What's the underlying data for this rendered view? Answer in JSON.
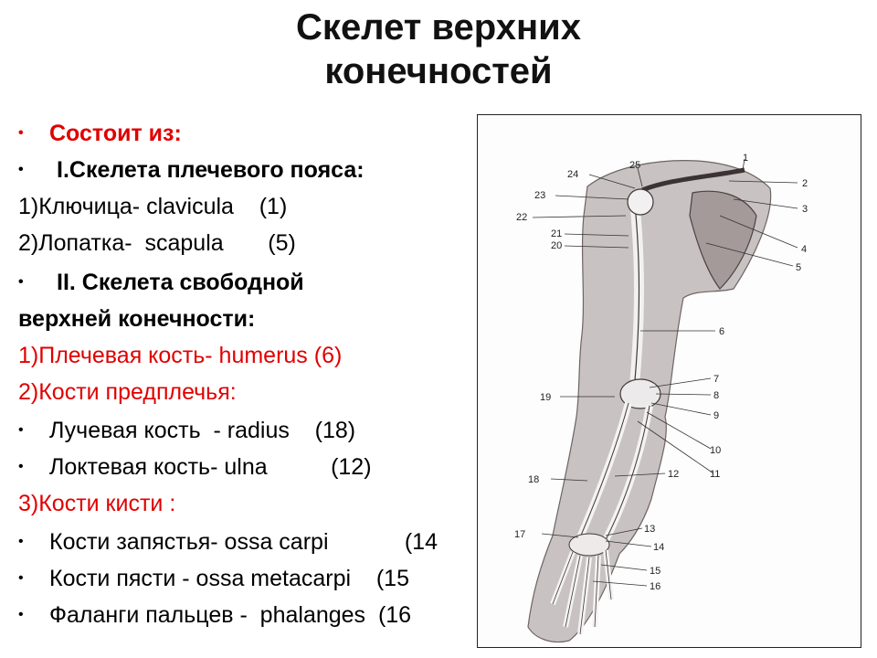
{
  "title": {
    "line1": "Скелет верхних",
    "line2": "конечностей"
  },
  "items": [
    "Состоит из:",
    "I.Скелета плечевого пояса:",
    "1)Ключица- clavicula    (1)",
    "2)Лопатка-  scapula       (5)",
    "II. Скелета свободной",
    "верхней конечности:",
    "1)Плечевая кость- humerus (6)",
    "2)Кости предплечья:",
    "Лучевая кость  - radius    (18)",
    "Локтевая кость- ulna          (12)",
    "3)Кости кисти :",
    "Кости запястья- ossa carpi            (14",
    "Кости пясти - ossa metacarpi    (15",
    "Фаланги пальцев -  phalanges  (16"
  ],
  "figure": {
    "labels": [
      "1",
      "2",
      "3",
      "4",
      "5",
      "6",
      "7",
      "8",
      "9",
      "10",
      "11",
      "12",
      "13",
      "14",
      "15",
      "16",
      "17",
      "18",
      "19",
      "20",
      "21",
      "22",
      "23",
      "24",
      "25"
    ]
  }
}
